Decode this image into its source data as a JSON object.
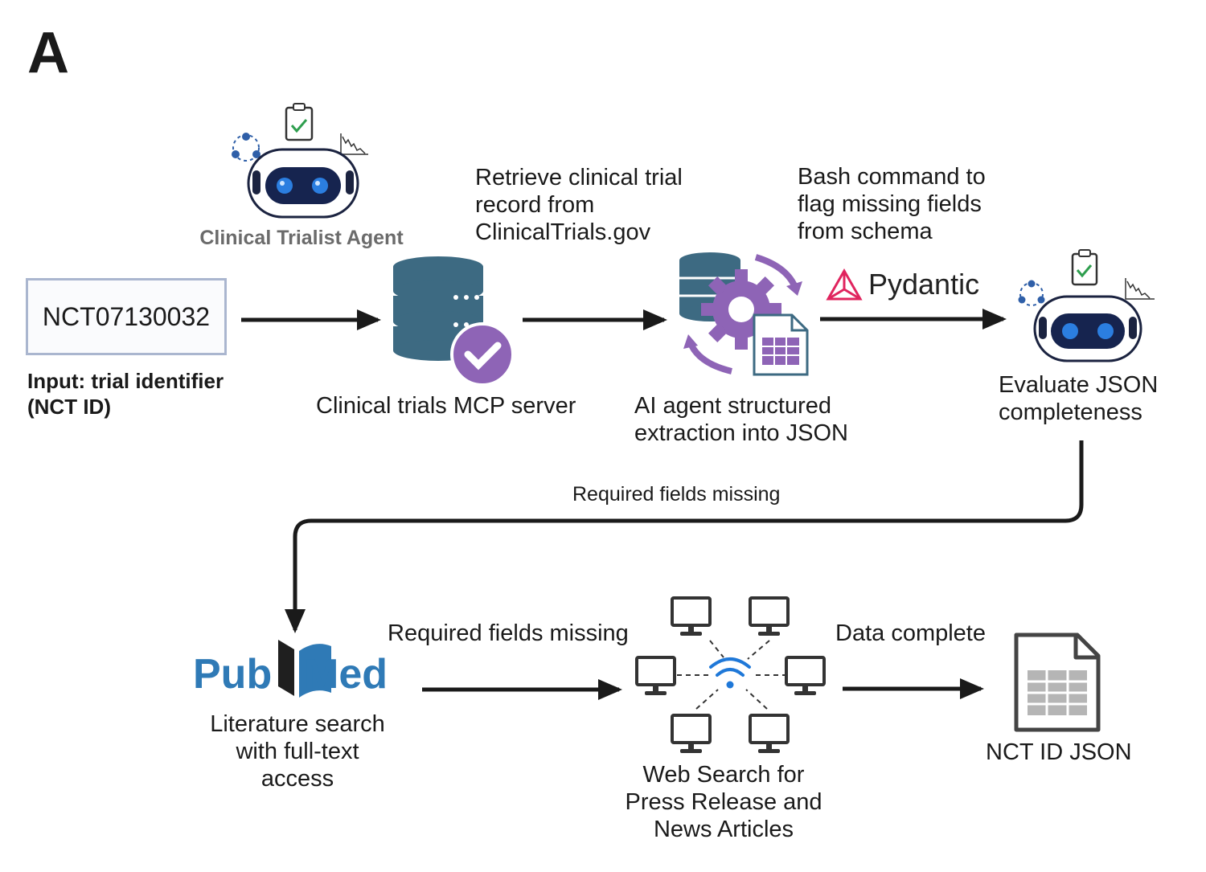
{
  "panel_label": "A",
  "agent": {
    "label": "Clinical Trialist Agent"
  },
  "input": {
    "id": "NCT07130032",
    "label_line1": "Input: trial identifier",
    "label_line2": "(NCT ID)"
  },
  "mcp": {
    "caption": "Clinical trials MCP server",
    "retrieve_line1": "Retrieve clinical trial",
    "retrieve_line2": "record from",
    "retrieve_line3": "ClinicalTrials.gov"
  },
  "extraction": {
    "caption_line1": "AI agent structured",
    "caption_line2": "extraction into JSON",
    "bash_line1": "Bash command to",
    "bash_line2": "flag missing fields",
    "bash_line3": "from schema"
  },
  "pydantic": {
    "label": "Pydantic"
  },
  "evaluate": {
    "caption_line1": "Evaluate JSON",
    "caption_line2": "completeness"
  },
  "loop": {
    "label": "Required fields missing"
  },
  "pubmed": {
    "logo_pub": "Pub",
    "logo_med": "Med",
    "caption_line1": "Literature search",
    "caption_line2": "with full-text",
    "caption_line3": "access"
  },
  "web": {
    "arrow_label": "Required fields missing",
    "caption_line1": "Web Search for",
    "caption_line2": "Press Release and",
    "caption_line3": "News Articles"
  },
  "output": {
    "arrow_label": "Data complete",
    "caption": "NCT ID JSON"
  },
  "colors": {
    "db": "#3d6a82",
    "purple": "#8e64b6",
    "robot_dark": "#16244f",
    "robot_eye": "#2b7ee0",
    "pubmed_blue": "#2f7ab6",
    "pydantic": "#e0245e",
    "wifi": "#1f78d8",
    "arrow": "#1a1a1a"
  }
}
